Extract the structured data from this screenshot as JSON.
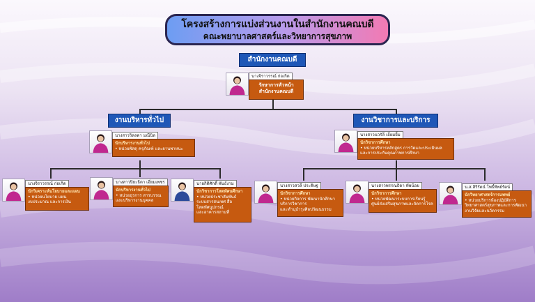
{
  "title": {
    "line1": "โครงสร้างการแบ่งส่วนงานในสำนักงานคณบดี",
    "line2": "คณะพยาบาลศาสตร์และวิทยาการสุขภาพ"
  },
  "office_header": "สำนักงานคณบดี",
  "admin_header": "งานบริหารทั่วไป",
  "academic_header": "งานวิชาการและบริการ",
  "head": {
    "name": "นางจิราวรรณ์ ก่อเกิด",
    "role_line1": "รักษาการหัวหน้า",
    "role_line2": "สำนักงานคณบดี"
  },
  "admin_lead": {
    "name": "นางสาววิลลดา มณีนิล",
    "role": "นักบริหารงานทั่วไป",
    "duties": [
      "• หน่วยพัสดุ ครุภัณฑ์ และยานพาหนะ"
    ]
  },
  "admin_staff": [
    {
      "name": "นางจิราวรรณ์ ก่อเกิด",
      "role": "นักวิเคราะห์นโยบายและแผน",
      "duties": [
        "• หน่วยนโยบาย แผน",
        "งบประมาณ และการเงิน"
      ]
    },
    {
      "name": "นางสาวปิยะธิดา เอี่ยมเพชร",
      "role": "นักบริหารงานทั่วไป",
      "duties": [
        "• หน่วยธุรการ สารบรรณ",
        "และบริหารงานบุคคล"
      ]
    },
    {
      "name": "นายกิติศักดิ์ พันธ์งาม",
      "role": "นักวิชาการโสตทัศนศึกษา",
      "duties": [
        "• หน่วยประชาสัมพันธ์",
        "ระบบสารสนเทศ สื่อ",
        "โสตทัศนูปกรณ์",
        "และอาคารสถานที่"
      ]
    }
  ],
  "academic_lead": {
    "name": "นางสาวนวรัลี เอี่ยมยิ้ม",
    "role": "นักวิชาการศึกษา",
    "duties": [
      "• หน่วยบริหารหลักสูตร การวัดและประเมินผล",
      "และการประกันคุณภาพการศึกษา"
    ]
  },
  "academic_staff": [
    {
      "name": "นางสาวสวลี ประดิษฐ",
      "role": "นักวิชาการศึกษา",
      "duties": [
        "• หน่วยกิจการ พัฒนานักศึกษา",
        "บริการวิชาการ",
        "และทำนุบำรุงศิลปวัฒนธรรม"
      ]
    },
    {
      "name": "นางสาวพรรณธิดา ทัพน้อย",
      "role": "นักวิชาการศึกษา",
      "duties": [
        "• หน่วยพัฒนาระบบการเรียนรู้",
        "ศูนย์ส่งเสริมสุขภาพและจัดการโรค"
      ]
    },
    {
      "name": "น.ส.สิริรัตน์ โพธิ์ทิพย์รัตน์",
      "role": "นักวิทยาศาสตร์การแพทย์",
      "duties": [
        "• หน่วยบริการห้องปฏิบัติการ",
        "วิทยาศาสตร์สุขภาพและการพัฒนา",
        "งานวิจัยและนวัตกรรม"
      ]
    }
  ],
  "colors": {
    "header_blue": "#1f57b7",
    "card_orange": "#c65a10",
    "line": "#2b2b2b"
  },
  "icons": {
    "portrait": "person-portrait-icon"
  }
}
